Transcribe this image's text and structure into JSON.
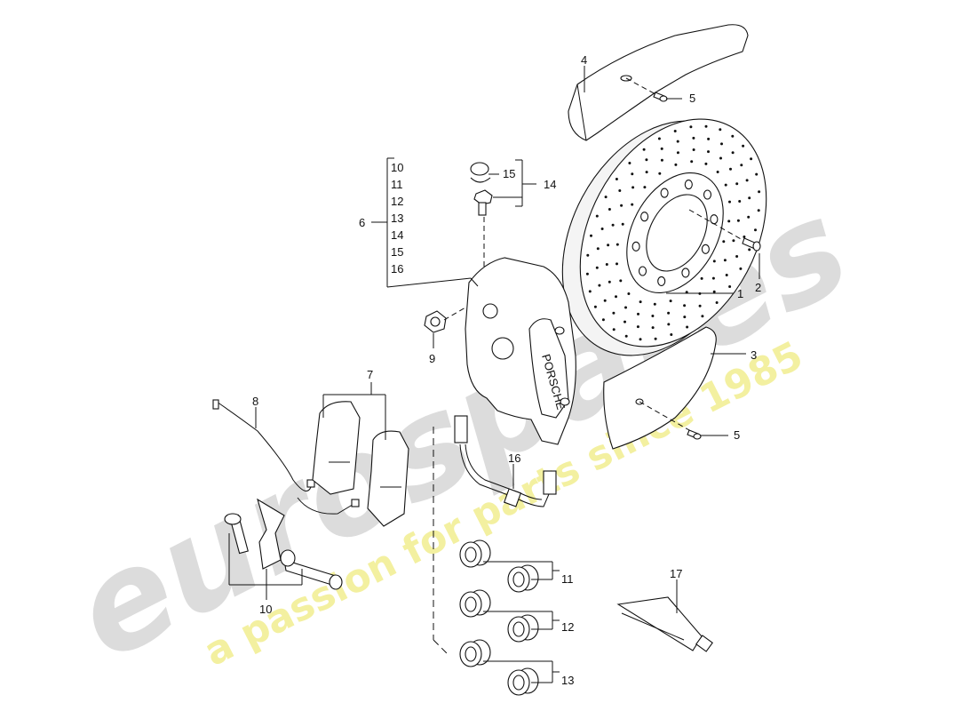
{
  "watermark": {
    "brand": "eurospares",
    "tagline": "a passion for parts since 1985",
    "brand_color": "#dcdcdc",
    "tagline_color": "#f3f0a0"
  },
  "caliper_text": "PORSCHE",
  "callouts": {
    "c1": "1",
    "c2": "2",
    "c3": "3",
    "c4": "4",
    "c5a": "5",
    "c5b": "5",
    "c6": "6",
    "c7": "7",
    "c8": "8",
    "c9": "9",
    "c10": "10",
    "c11": "11",
    "c12": "12",
    "c13": "13",
    "c14": "14",
    "c15": "15",
    "c16": "16",
    "c17": "17"
  },
  "group6_items": [
    "10",
    "11",
    "12",
    "13",
    "14",
    "15",
    "16"
  ]
}
